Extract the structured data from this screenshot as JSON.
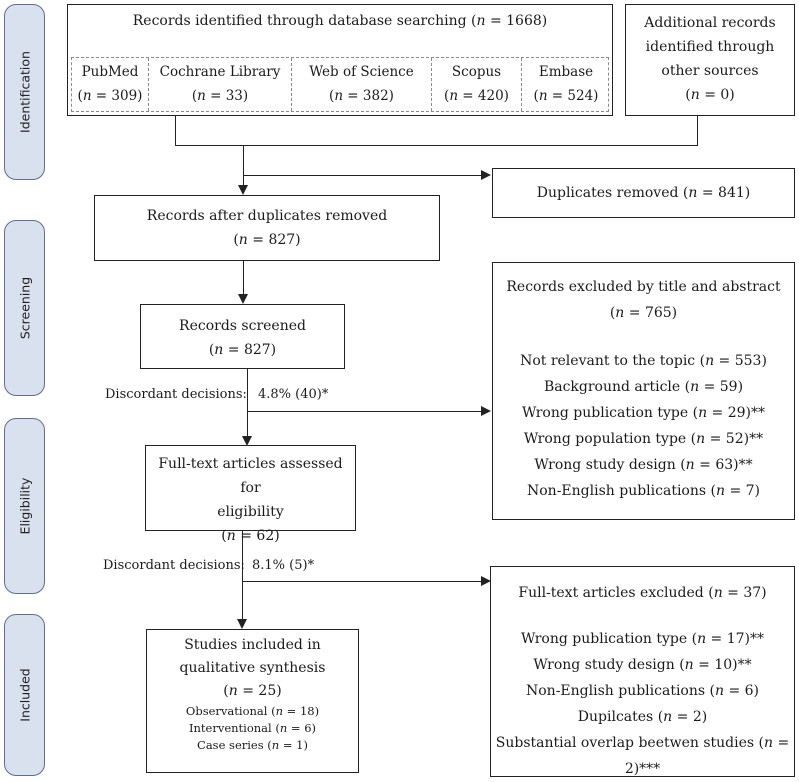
{
  "stages": {
    "identification": "Identification",
    "screening": "Screening",
    "eligibility": "Eligibility",
    "included": "Included"
  },
  "identification": {
    "db_title": "Records identified through database searching (n = 1668)",
    "databases": [
      {
        "name": "PubMed",
        "count": "(n = 309)"
      },
      {
        "name": "Cochrane Library",
        "count": "(n = 33)"
      },
      {
        "name": "Web of Science",
        "count": "(n = 382)"
      },
      {
        "name": "Scopus",
        "count": "(n = 420)"
      },
      {
        "name": "Embase",
        "count": "(n = 524)"
      }
    ],
    "additional": [
      "Additional records",
      "identified through",
      "other sources",
      "(n = 0)"
    ]
  },
  "duplicates_removed": "Duplicates removed (n = 841)",
  "after_duplicates": [
    "Records after duplicates removed",
    "(n = 827)"
  ],
  "screened": [
    "Records screened",
    "(n = 827)"
  ],
  "discordant_1": {
    "label": "Discordant decisions:",
    "value": "4.8% (40)*"
  },
  "excluded_title_abstract": {
    "title": [
      "Records excluded by title and abstract",
      "(n = 765)"
    ],
    "reasons": [
      "Not relevant to the topic (n = 553)",
      "Background article (n = 59)",
      "Wrong publication type (n = 29)**",
      "Wrong population type (n = 52)**",
      "Wrong study design (n = 63)**",
      "Non-English publications (n = 7)"
    ]
  },
  "fulltext_assessed": [
    "Full-text articles assessed for",
    "eligibility",
    "(n = 62)"
  ],
  "discordant_2": {
    "label": "Discordant decisions:",
    "value": "8.1% (5)*"
  },
  "fulltext_excluded": {
    "title": "Full-text articles excluded (n = 37)",
    "reasons": [
      "Wrong publication type (n = 17)**",
      "Wrong study design (n = 10)**",
      "Non-English publications (n = 6)",
      "Dupilcates (n = 2)",
      "Substantial overlap beetwen studies (n = 2)***"
    ]
  },
  "included": {
    "title": [
      "Studies included in",
      "qualitative synthesis",
      "(n = 25)"
    ],
    "breakdown": [
      "Observational (n = 18)",
      "Interventional (n = 6)",
      "Case series (n = 1)"
    ]
  }
}
